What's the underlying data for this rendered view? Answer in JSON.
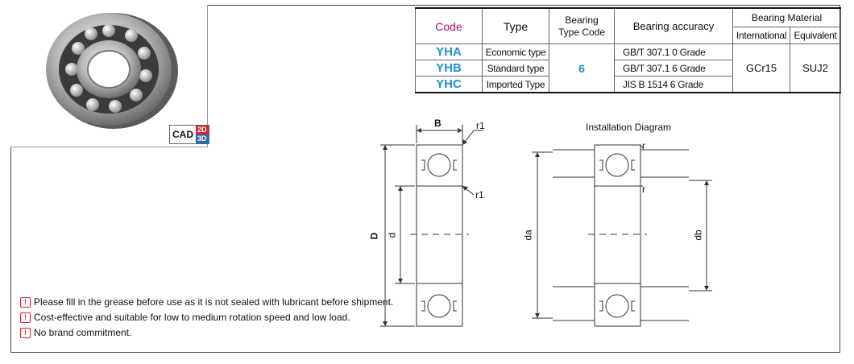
{
  "cad_badge": {
    "text": "CAD",
    "dim2": "2D",
    "dim3": "3D"
  },
  "table": {
    "headers": {
      "code": "Code",
      "type": "Type",
      "bearing_type_code": [
        "Bearing",
        "Type Code"
      ],
      "accuracy": "Bearing accuracy",
      "material": "Bearing Material",
      "international": "International",
      "equivalent": "Equivalent"
    },
    "rows": [
      {
        "code": "YHA",
        "type": "Economic type",
        "accuracy": "GB/T 307.1  0 Grade"
      },
      {
        "code": "YHB",
        "type": "Standard type",
        "accuracy": "GB/T 307.1  6 Grade"
      },
      {
        "code": "YHC",
        "type": "Imported Type",
        "accuracy": "JIS  B 1514  6 Grade"
      }
    ],
    "type_code_value": "6",
    "international_value": "GCr15",
    "equivalent_value": "SUJ2"
  },
  "diagram": {
    "labels": {
      "B": "B",
      "r1_top": "r1",
      "r1_mid": "r1",
      "D": "D",
      "d": "d"
    }
  },
  "installation": {
    "title": "Installation Diagram",
    "labels": {
      "r_top": "r",
      "r_mid": "r",
      "da": "da",
      "db": "db"
    }
  },
  "notes": [
    "Please fill in the grease before use as it is not sealed with lubricant before shipment.",
    "Cost-effective and suitable for low to medium rotation speed and low load.",
    "No brand commitment."
  ],
  "colors": {
    "code_header": "#a3126e",
    "code_value": "#1f8fce",
    "note_icon": "#d9232d"
  }
}
